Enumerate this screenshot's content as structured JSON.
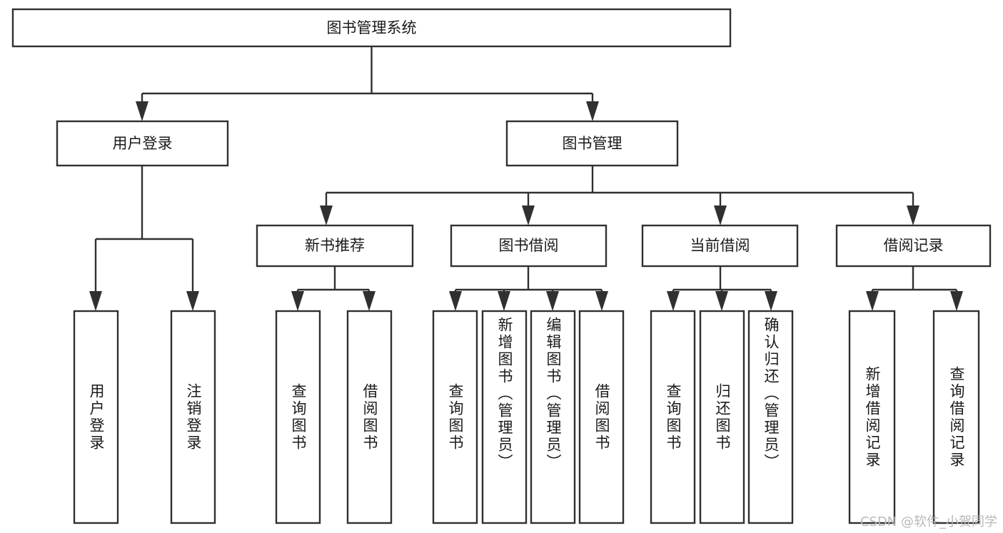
{
  "diagram": {
    "type": "hierarchy-tree",
    "title": "图书管理系统",
    "watermark": "CSDN @软件_小贺同学",
    "colors": {
      "box_stroke": "#303030",
      "box_fill": "#ffffff",
      "text": "#1a1a1a",
      "background": "#ffffff",
      "watermark": "#b9b9b9"
    },
    "root": {
      "label": "图书管理系统",
      "level": 1
    },
    "level2": [
      {
        "label": "用户登录"
      },
      {
        "label": "图书管理"
      }
    ],
    "level3": [
      {
        "label": "新书推荐"
      },
      {
        "label": "图书借阅"
      },
      {
        "label": "当前借阅"
      },
      {
        "label": "借阅记录"
      }
    ],
    "leaves": {
      "user_login": [
        {
          "label": "用户登录"
        },
        {
          "label": "注销登录"
        }
      ],
      "new_book_recommend": [
        {
          "label": "查询图书"
        },
        {
          "label": "借阅图书"
        }
      ],
      "book_borrow": [
        {
          "label": "查询图书"
        },
        {
          "label": "新增图书（管理员）"
        },
        {
          "label": "编辑图书（管理员）"
        },
        {
          "label": "借阅图书"
        }
      ],
      "current_borrow": [
        {
          "label": "查询图书"
        },
        {
          "label": "归还图书"
        },
        {
          "label": "确认归还（管理员）"
        }
      ],
      "borrow_record": [
        {
          "label": "新增借阅记录"
        },
        {
          "label": "查询借阅记录"
        }
      ]
    }
  }
}
